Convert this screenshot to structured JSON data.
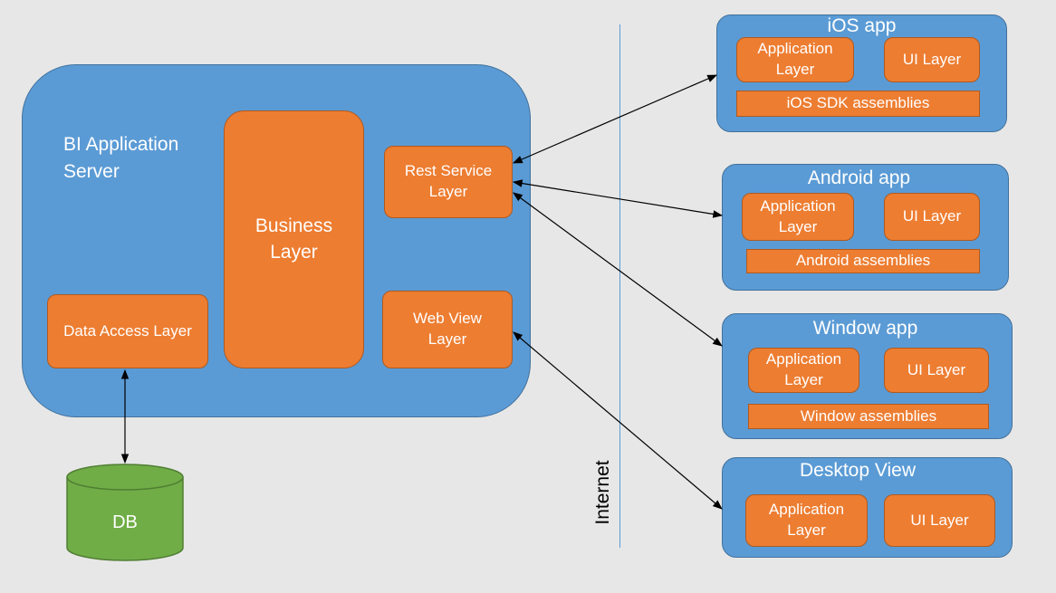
{
  "colors": {
    "background": "#e7e7e7",
    "container_blue": "#5b9bd5",
    "component_orange": "#ed7d31",
    "database_green": "#70ad47",
    "divider": "#5b9bd5"
  },
  "server": {
    "title": "BI Application Server",
    "business_layer": "Business Layer",
    "rest_service_layer": "Rest Service Layer",
    "web_view_layer": "Web View Layer",
    "data_access_layer": "Data Access Layer"
  },
  "database": {
    "label": "DB"
  },
  "divider": {
    "label": "Internet"
  },
  "clients": {
    "ios": {
      "title": "iOS app",
      "application_layer": "Application Layer",
      "ui_layer": "UI Layer",
      "assemblies": "iOS SDK assemblies"
    },
    "android": {
      "title": "Android app",
      "application_layer": "Application Layer",
      "ui_layer": "UI Layer",
      "assemblies": "Android assemblies"
    },
    "window": {
      "title": "Window app",
      "application_layer": "Application Layer",
      "ui_layer": "UI Layer",
      "assemblies": "Window assemblies"
    },
    "desktop": {
      "title": "Desktop View",
      "application_layer": "Application Layer",
      "ui_layer": "UI Layer"
    }
  }
}
